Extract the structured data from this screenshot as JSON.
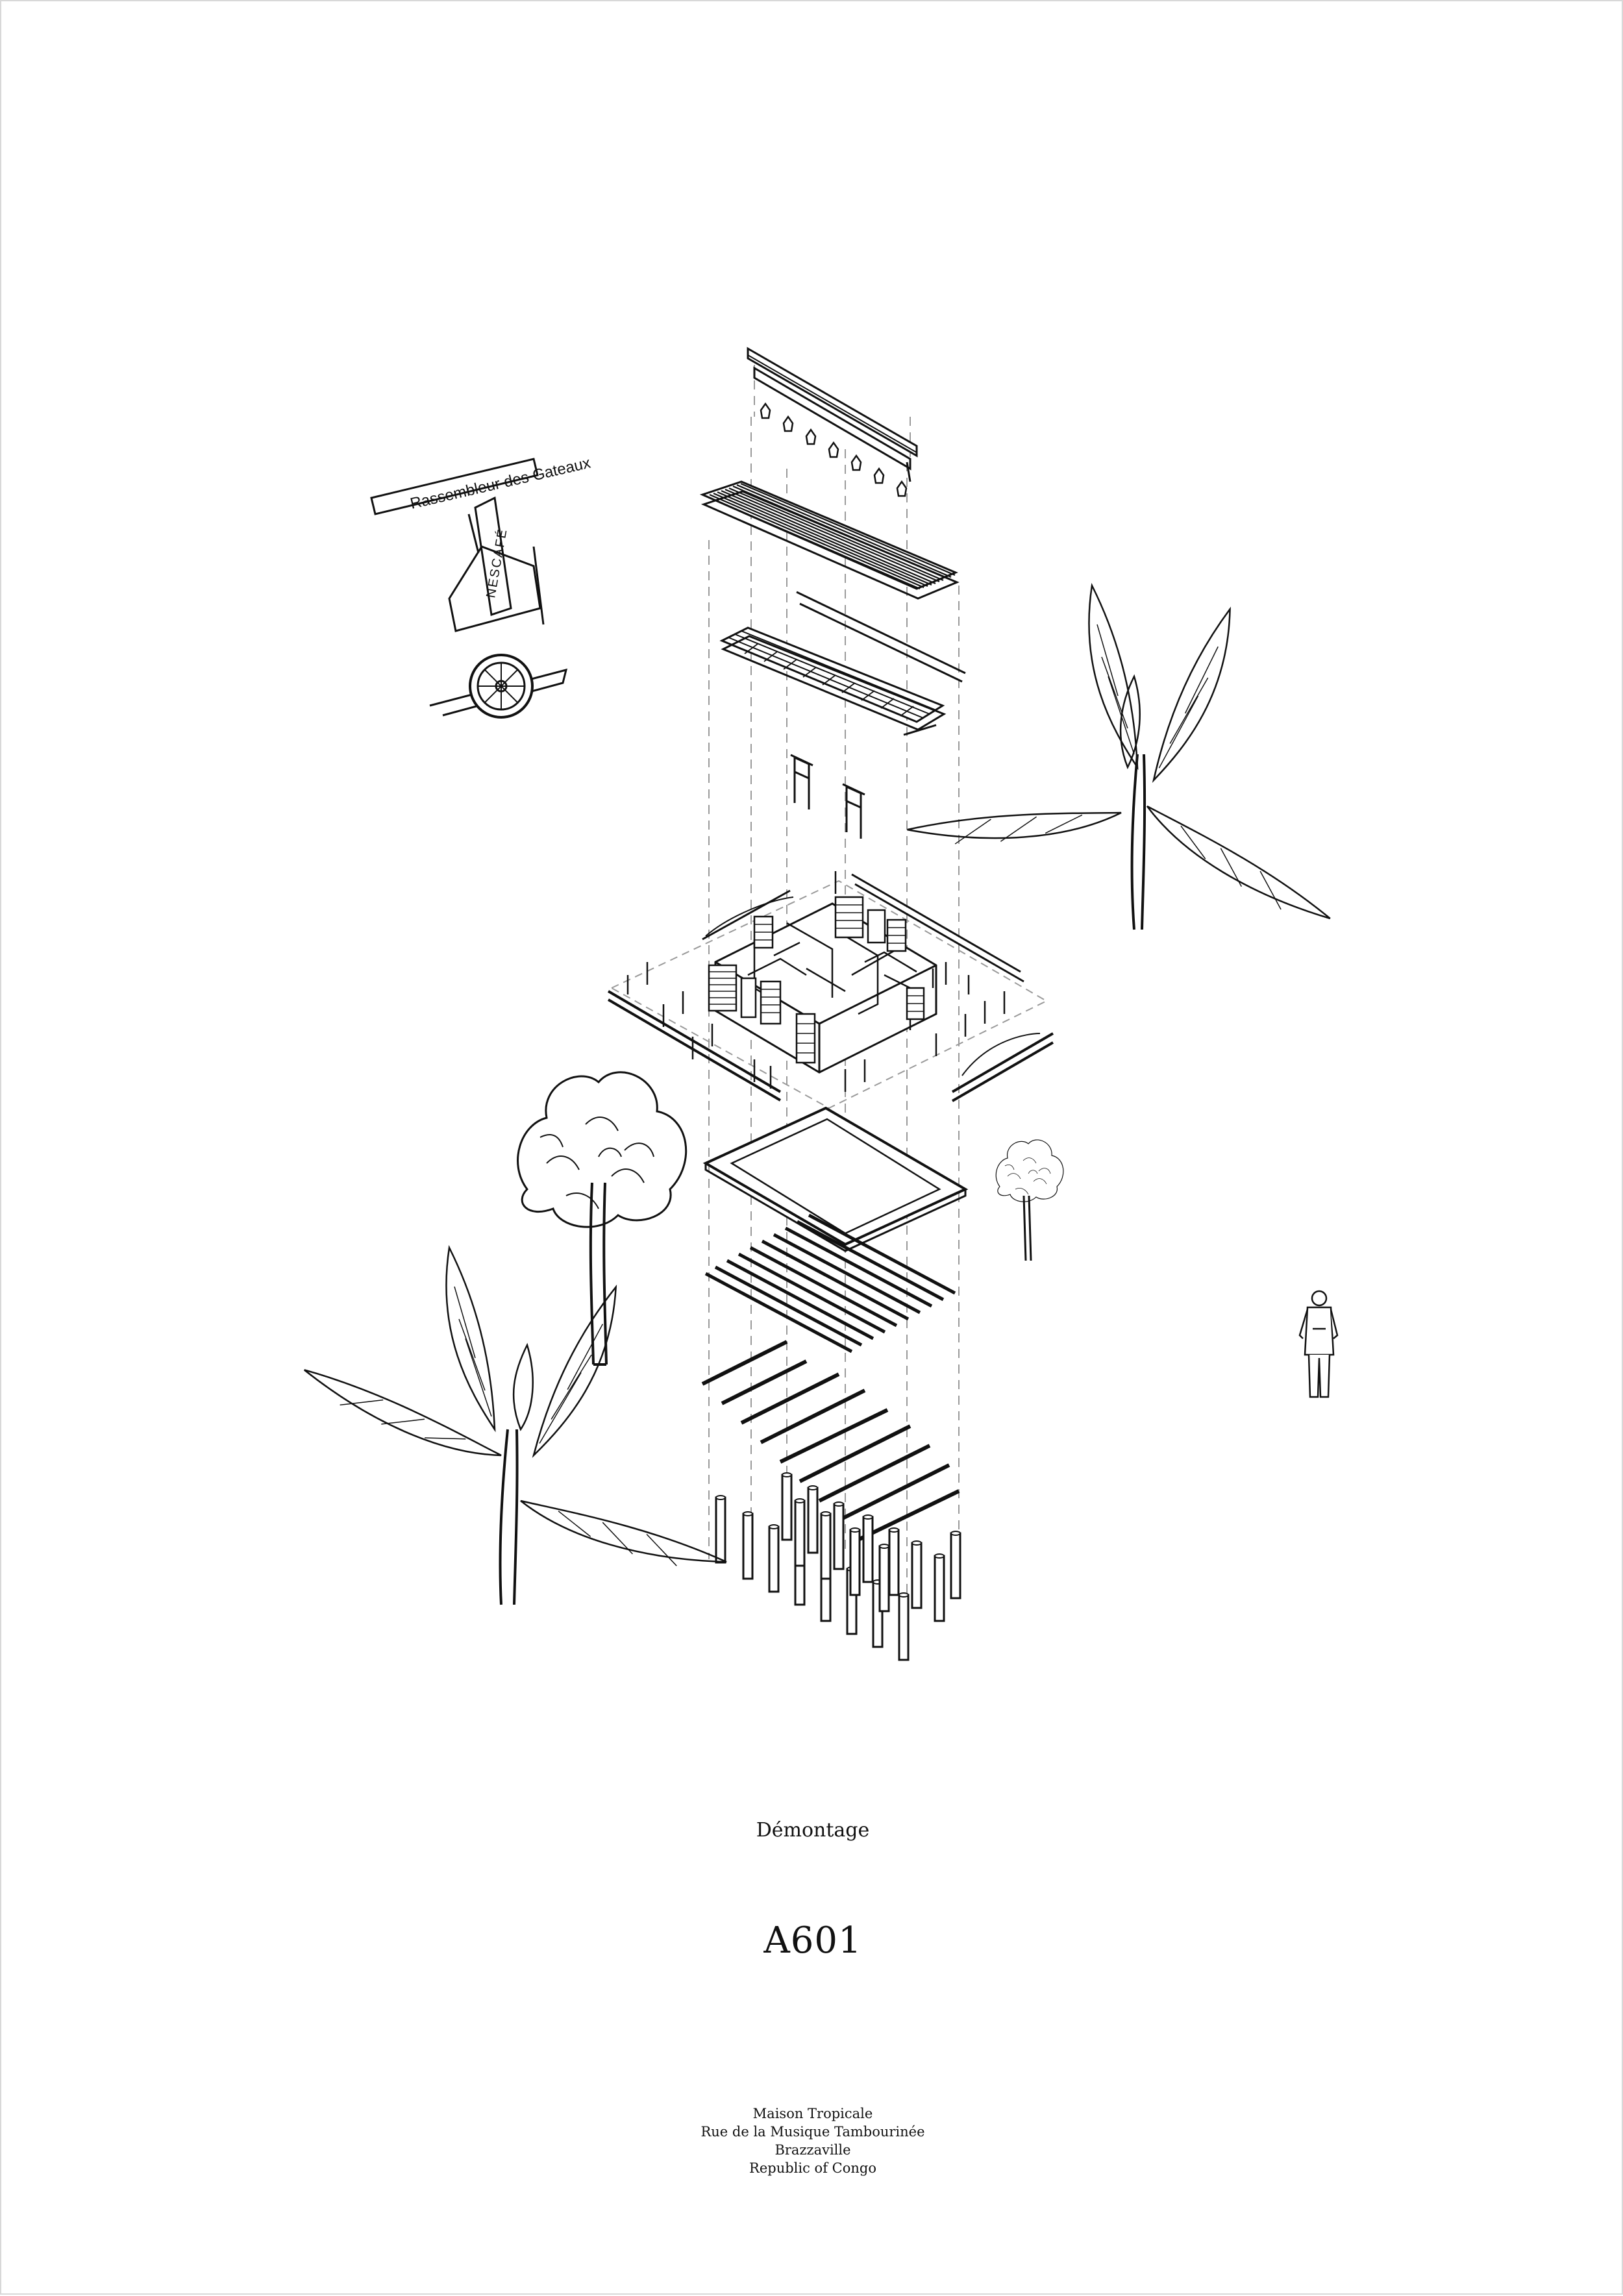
{
  "sheet": {
    "caption": "Démontage",
    "number": "A601",
    "address": [
      "Maison Tropicale",
      "Rue de la Musique Tambourinée",
      "Brazzaville",
      "Republic of Congo"
    ]
  },
  "cart": {
    "sign": "Rassembleur des Gateaux",
    "post_label": "NESCAFÉ"
  },
  "colors": {
    "line": "#111111",
    "guide": "#9a9a9a",
    "paper": "#ffffff"
  }
}
